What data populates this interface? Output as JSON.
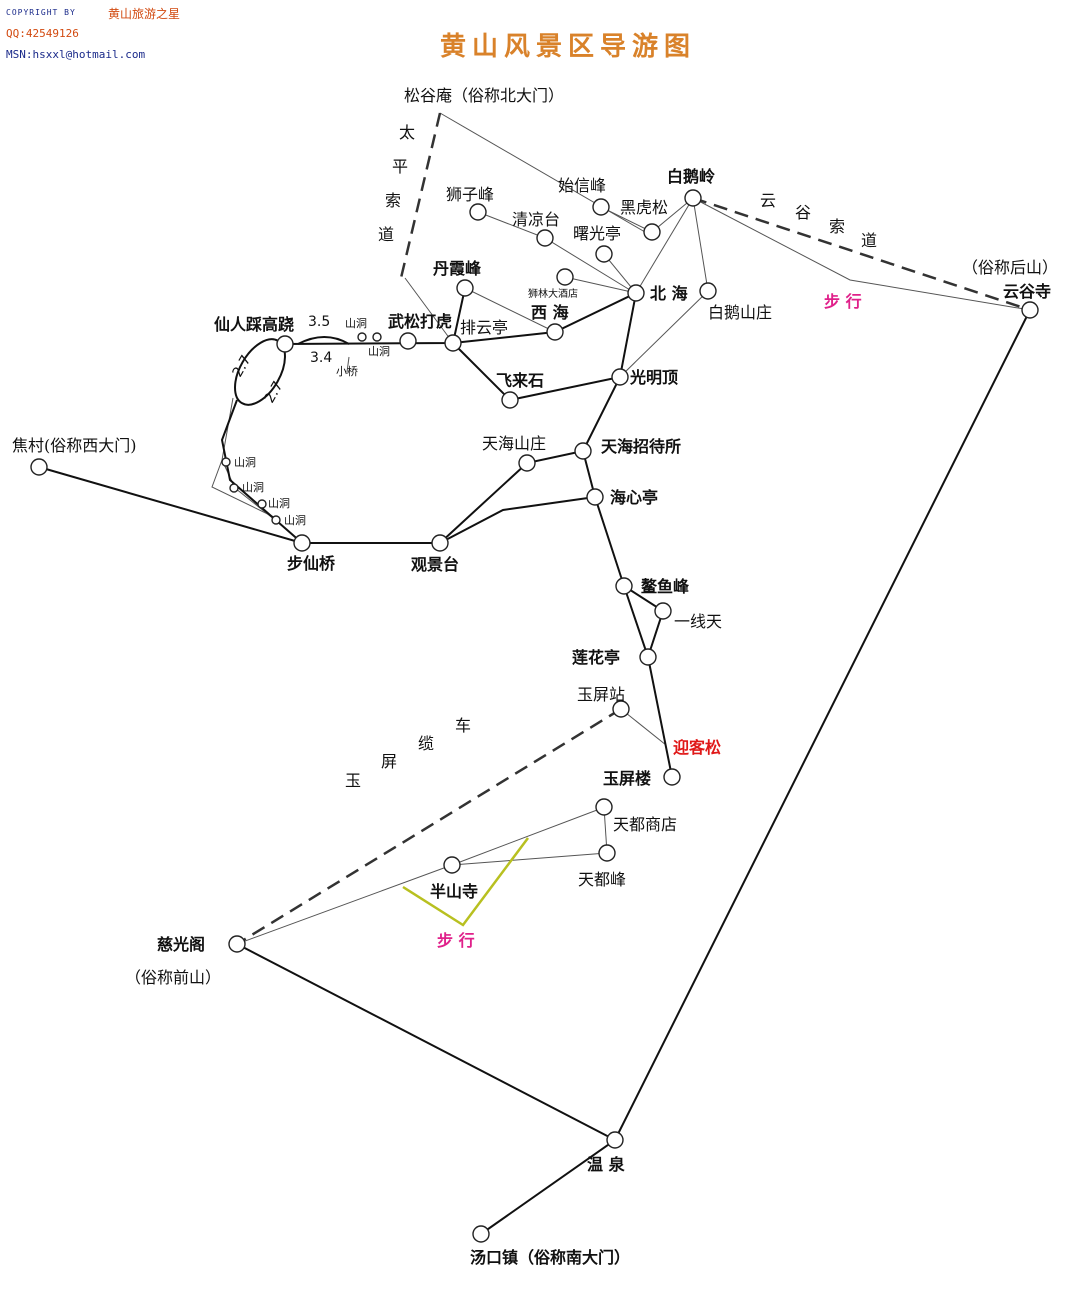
{
  "copyright": {
    "line1": "COPYRIGHT BY",
    "brand": "黄山旅游之星",
    "qq": "QQ:42549126",
    "msn": "MSN:hsxxl@hotmail.com"
  },
  "title": "黄山风景区导游图",
  "labels": {
    "songguan": "松谷庵（俗称北大门）",
    "taiping1": "太",
    "taiping2": "平",
    "taiping3": "索",
    "taiping4": "道",
    "shizifeng": "狮子峰",
    "shixinfeng": "始信峰",
    "baiezling": "白鹅岭",
    "qingliangtai": "清凉台",
    "heihusong": "黑虎松",
    "shuguangting": "曙光亭",
    "yungu1": "云",
    "yungu2": "谷",
    "yungu3": "索",
    "yungu4": "道",
    "houshan": "（俗称后山）",
    "yungusi": "云谷寺",
    "danxiafeng": "丹霞峰",
    "shilin": "狮林大酒店",
    "beihai": "北 海",
    "baieshanzhuang": "白鹅山庄",
    "buxing1": "步 行",
    "xianren": "仙人踩高跷",
    "d35": "3.5",
    "shandong1": "山洞",
    "wusong": "武松打虎",
    "paiyunting": "排云亭",
    "xihai": "西 海",
    "d34": "3.4",
    "shandong2": "山洞",
    "xiaoqiao": "小桥",
    "d27a": "2.7",
    "d27b": "2.7",
    "feilaishi": "飞来石",
    "guangmingding": "光明顶",
    "jiaocun": "焦村(俗称西大门)",
    "tianhaishanzhuang": "天海山庄",
    "tianhaizhaodai": "天海招待所",
    "shandong3": "山洞",
    "shandong4": "山洞",
    "shandong5": "山洞",
    "shandong6": "山洞",
    "haixinting": "海心亭",
    "buxianqiao": "步仙桥",
    "guanjingtai": "观景台",
    "aoyufeng": "鳌鱼峰",
    "yixiantian": "一线天",
    "lianhuating": "莲花亭",
    "yupingzhan": "玉屏站",
    "yingkesong": "迎客松",
    "yuping1": "玉",
    "yuping2": "屏",
    "yuping3": "缆",
    "yuping4": "车",
    "yupinglou": "玉屏楼",
    "tiandushangdian": "天都商店",
    "tiandufeng": "天都峰",
    "banshansi": "半山寺",
    "buxing2": "步 行",
    "ciguangge": "慈光阁",
    "qianshan": "（俗称前山）",
    "wenquan": "温 泉",
    "tangkou": "汤口镇（俗称南大门）"
  },
  "colors": {
    "title": "#d9822a",
    "walk": "#e0208a",
    "highlight": "#e01818",
    "walk_path": "#b8c020"
  }
}
